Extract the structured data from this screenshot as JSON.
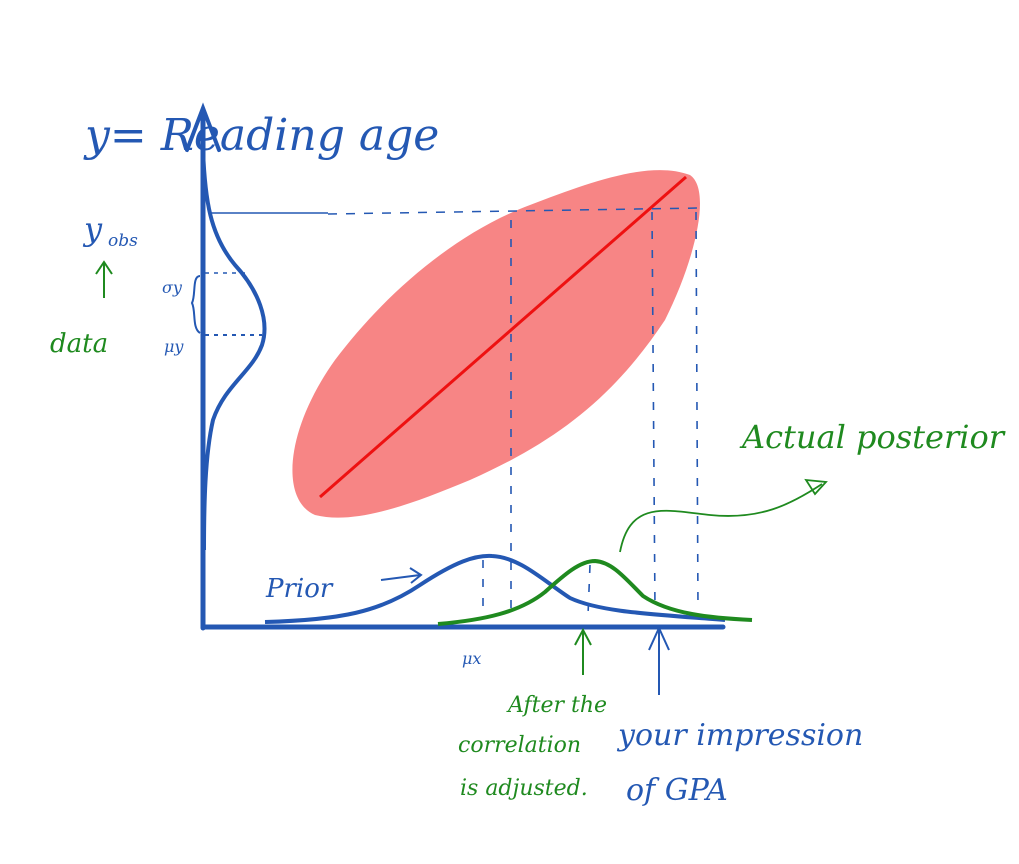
{
  "labels": {
    "y_axis": "y= Reading age",
    "y_obs": "y",
    "y_obs_sub": "obs",
    "data": "data",
    "sigma_y": "σy",
    "mu_y": "μy",
    "prior": "Prior",
    "mu_x": "μx",
    "actual_posterior": "Actual posterior",
    "after_line1": "After the",
    "after_line2": "correlation",
    "after_line3": "is adjusted.",
    "impression_line1": "your impression",
    "impression_line2": "of GPA"
  },
  "colors": {
    "blue": "#2458b3",
    "green": "#1f8a1f",
    "ellipse": "#f78585",
    "line": "#ee1111"
  }
}
